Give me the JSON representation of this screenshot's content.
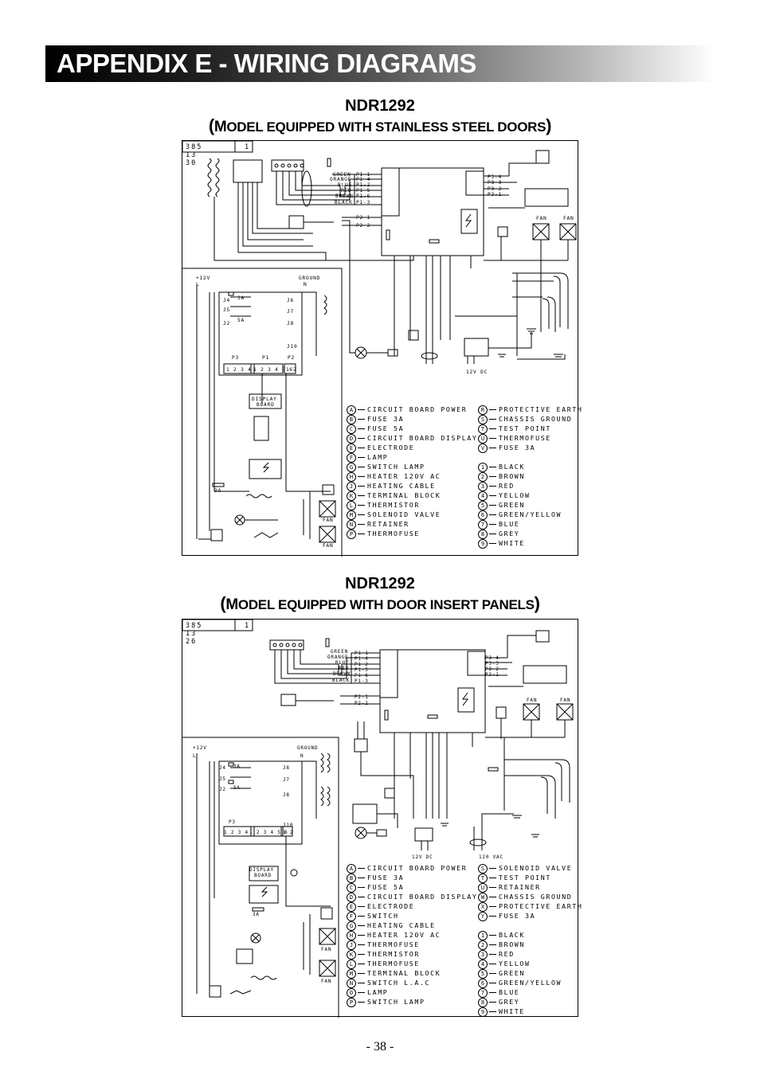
{
  "header": {
    "title": "APPENDIX E - WIRING DIAGRAMS"
  },
  "diagram1": {
    "model": "NDR1292",
    "subtitle_open": "(",
    "subtitle_first": "M",
    "subtitle_rest": "ODEL EQUIPPED WITH STAINLESS STEEL DOORS",
    "subtitle_close": ")",
    "doc_number": "385 13 30",
    "revision": "1",
    "legend": [
      {
        "code": "A",
        "text": "CIRCUIT BOARD POWER"
      },
      {
        "code": "B",
        "text": "FUSE 3A"
      },
      {
        "code": "C",
        "text": "FUSE 5A"
      },
      {
        "code": "D",
        "text": "CIRCUIT BOARD DISPLAY"
      },
      {
        "code": "E",
        "text": "ELECTRODE"
      },
      {
        "code": "F",
        "text": "LAMP"
      },
      {
        "code": "G",
        "text": "SWITCH LAMP"
      },
      {
        "code": "H",
        "text": "HEATER 120V AC"
      },
      {
        "code": "J",
        "text": "HEATING CABLE"
      },
      {
        "code": "K",
        "text": "TERMINAL BLOCK"
      },
      {
        "code": "L",
        "text": "THERMISTOR"
      },
      {
        "code": "M",
        "text": "SOLENOID VALVE"
      },
      {
        "code": "N",
        "text": "RETAINER"
      },
      {
        "code": "P",
        "text": "THERMOFUSE"
      },
      {
        "code": "R",
        "text": "PROTECTIVE EARTH"
      },
      {
        "code": "S",
        "text": "CHASSIS GROUND"
      },
      {
        "code": "T",
        "text": "TEST POINT"
      },
      {
        "code": "U",
        "text": "THERMOFUSE"
      },
      {
        "code": "V",
        "text": "FUSE 3A"
      }
    ],
    "colors": [
      {
        "code": "1",
        "text": "BLACK"
      },
      {
        "code": "2",
        "text": "BROWN"
      },
      {
        "code": "3",
        "text": "RED"
      },
      {
        "code": "4",
        "text": "YELLOW"
      },
      {
        "code": "5",
        "text": "GREEN"
      },
      {
        "code": "6",
        "text": "GREEN/YELLOW"
      },
      {
        "code": "7",
        "text": "BLUE"
      },
      {
        "code": "8",
        "text": "GREY"
      },
      {
        "code": "9",
        "text": "WHITE"
      }
    ]
  },
  "diagram2": {
    "model": "NDR1292",
    "subtitle_open": "(",
    "subtitle_first": "M",
    "subtitle_rest": "ODEL EQUIPPED WITH DOOR INSERT PANELS",
    "subtitle_close": ")",
    "doc_number": "385 13 26",
    "revision": "1",
    "legend": [
      {
        "code": "A",
        "text": "CIRCUIT BOARD POWER"
      },
      {
        "code": "B",
        "text": "FUSE 3A"
      },
      {
        "code": "C",
        "text": "FUSE 5A"
      },
      {
        "code": "D",
        "text": "CIRCUIT BOARD DISPLAY"
      },
      {
        "code": "E",
        "text": "ELECTRODE"
      },
      {
        "code": "F",
        "text": "SWITCH"
      },
      {
        "code": "G",
        "text": "HEATING CABLE"
      },
      {
        "code": "H",
        "text": "HEATER 120V AC"
      },
      {
        "code": "J",
        "text": "THERMOFUSE"
      },
      {
        "code": "K",
        "text": "THERMISTOR"
      },
      {
        "code": "L",
        "text": "THERMOFUSE"
      },
      {
        "code": "M",
        "text": "TERMINAL BLOCK"
      },
      {
        "code": "N",
        "text": "SWITCH L.A.C"
      },
      {
        "code": "O",
        "text": "LAMP"
      },
      {
        "code": "P",
        "text": "SWITCH LAMP"
      },
      {
        "code": "S",
        "text": "SOLENOID VALVE"
      },
      {
        "code": "T",
        "text": "TEST POINT"
      },
      {
        "code": "U",
        "text": "RETAINER"
      },
      {
        "code": "W",
        "text": "CHASSIS GROUND"
      },
      {
        "code": "X",
        "text": "PROTECTIVE EARTH"
      },
      {
        "code": "Y",
        "text": "FUSE 3A"
      }
    ],
    "colors": [
      {
        "code": "1",
        "text": "BLACK"
      },
      {
        "code": "2",
        "text": "BROWN"
      },
      {
        "code": "3",
        "text": "RED"
      },
      {
        "code": "4",
        "text": "YELLOW"
      },
      {
        "code": "5",
        "text": "GREEN"
      },
      {
        "code": "6",
        "text": "GREEN/YELLOW"
      },
      {
        "code": "7",
        "text": "BLUE"
      },
      {
        "code": "8",
        "text": "GREY"
      },
      {
        "code": "9",
        "text": "WHITE"
      }
    ]
  },
  "schematic_text": {
    "wire_names": [
      "GREEN",
      "ORANGE",
      "BLUE",
      "RED",
      "BROWN",
      "BLACK"
    ],
    "p1_pins": [
      "P1-1",
      "P1-4",
      "P1-2",
      "P1-5",
      "P1-6",
      "P1-3"
    ],
    "p2_pins": [
      "P2-1",
      "P2-2"
    ],
    "p3_pins": [
      "P3-4",
      "P3-3",
      "P3-2",
      "P3-1"
    ],
    "j_labels": [
      "J2",
      "J4",
      "J5",
      "J6",
      "J7",
      "J8",
      "J10"
    ],
    "supply_left": "+12V",
    "supply_l": "L",
    "ground": "GROUND",
    "ground_n": "N",
    "fan": "FAN",
    "dc": "12V DC",
    "vac": "120 VAC",
    "display_board": [
      "DISPLAY",
      "BOARD"
    ],
    "fuse_3a": "3A",
    "fuse_5a": "5A",
    "p3": "P3",
    "p1": "P1",
    "p2": "P2",
    "p3_nums": "1 2 3 4",
    "p1_nums": "1 2 3 4 5 6",
    "p2_nums": "1 2",
    "j4": "J4",
    "j5": "J5",
    "j2": "J2",
    "j6": "J6",
    "j7": "J7",
    "j8": "J8",
    "j10": "J10"
  },
  "footer": {
    "page": "- 38 -"
  }
}
